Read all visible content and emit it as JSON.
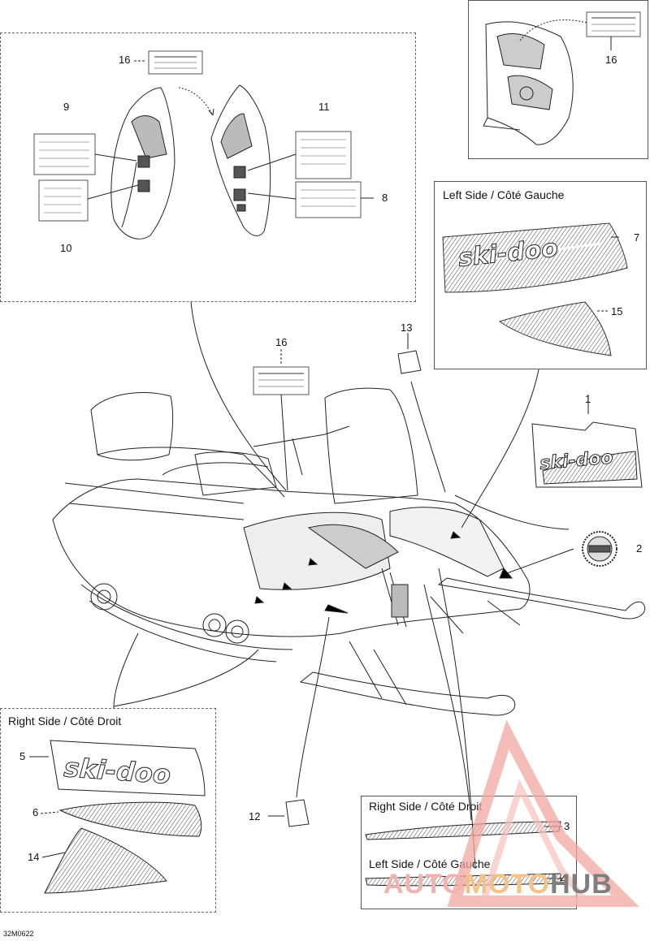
{
  "panels": {
    "left_top": {
      "title": ""
    },
    "right_top": {
      "title": ""
    },
    "left_side_decals": {
      "title": "Left Side / Côté Gauche"
    },
    "right_side_decals": {
      "title": "Right Side / Côté Droit"
    },
    "stripes": {
      "title_right": "Right Side / Côté Droit",
      "title_left": "Left Side / Côté Gauche"
    }
  },
  "callouts": {
    "c1": "1",
    "c2": "2",
    "c3": "3",
    "c4": "4",
    "c5": "5",
    "c6": "6",
    "c7": "7",
    "c8": "8",
    "c9": "9",
    "c10": "10",
    "c11": "11",
    "c12": "12",
    "c13": "13",
    "c14": "14",
    "c15": "15",
    "c16a": "16",
    "c16b": "16",
    "c16c": "16"
  },
  "brand_logo": "ski-doo",
  "reference_code": "32M0622",
  "watermark": {
    "part1": "AUTO",
    "part2": "MOTO",
    "part3": "HUB",
    "accent": "#e23a2e"
  },
  "colors": {
    "line": "#222222",
    "fill_dark": "#555555",
    "watermark_red": "#e23a2e",
    "watermark_orange": "#f39a2e"
  }
}
